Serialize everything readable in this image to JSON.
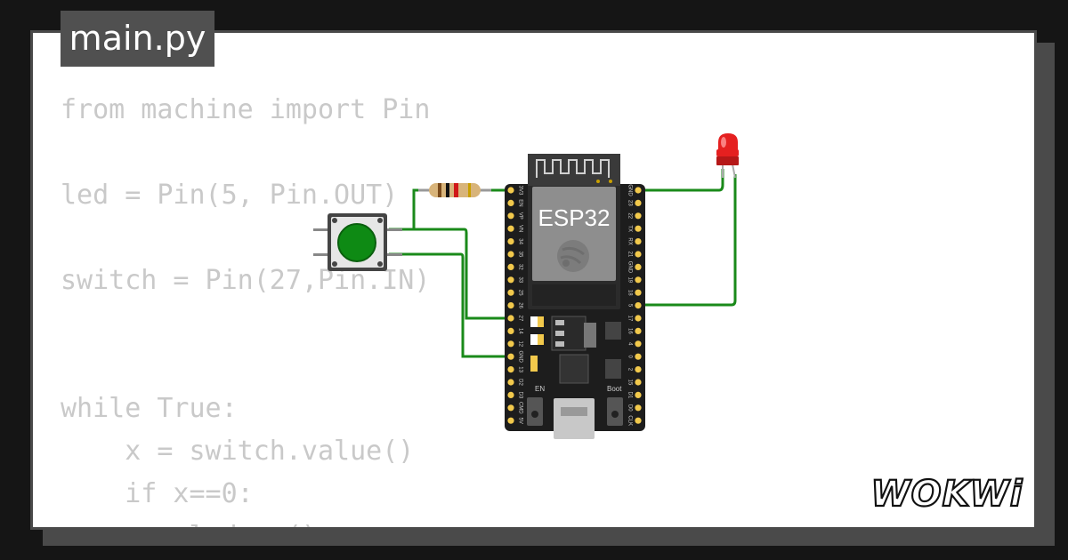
{
  "editor": {
    "filename": "main.py",
    "code_lines": [
      "from machine import Pin",
      "",
      "led = Pin(5, Pin.OUT)",
      "",
      "switch = Pin(27,Pin.IN)",
      "",
      "",
      "while True:",
      "    x = switch.value()",
      "    if x==0:",
      "        led.on()"
    ]
  },
  "board": {
    "chip_label": "ESP32",
    "en_label": "EN",
    "boot_label": "Boot",
    "left_pins": [
      "3V3",
      "EN",
      "VP",
      "VN",
      "34",
      "35",
      "32",
      "33",
      "25",
      "26",
      "27",
      "14",
      "12",
      "GND",
      "13",
      "D2",
      "D3",
      "CMD",
      "5V"
    ],
    "right_pins": [
      "GND",
      "23",
      "22",
      "TX",
      "RX",
      "21",
      "GND",
      "19",
      "18",
      "5",
      "17",
      "16",
      "4",
      "0",
      "2",
      "15",
      "D1",
      "D0",
      "CLK"
    ]
  },
  "brand": {
    "name": "WOKWi"
  },
  "colors": {
    "wire": "#1a8a1a",
    "button_cap": "#0e8a14",
    "led": "#e52020",
    "board": "#1d1d1d",
    "pin": "#f2c94c"
  }
}
